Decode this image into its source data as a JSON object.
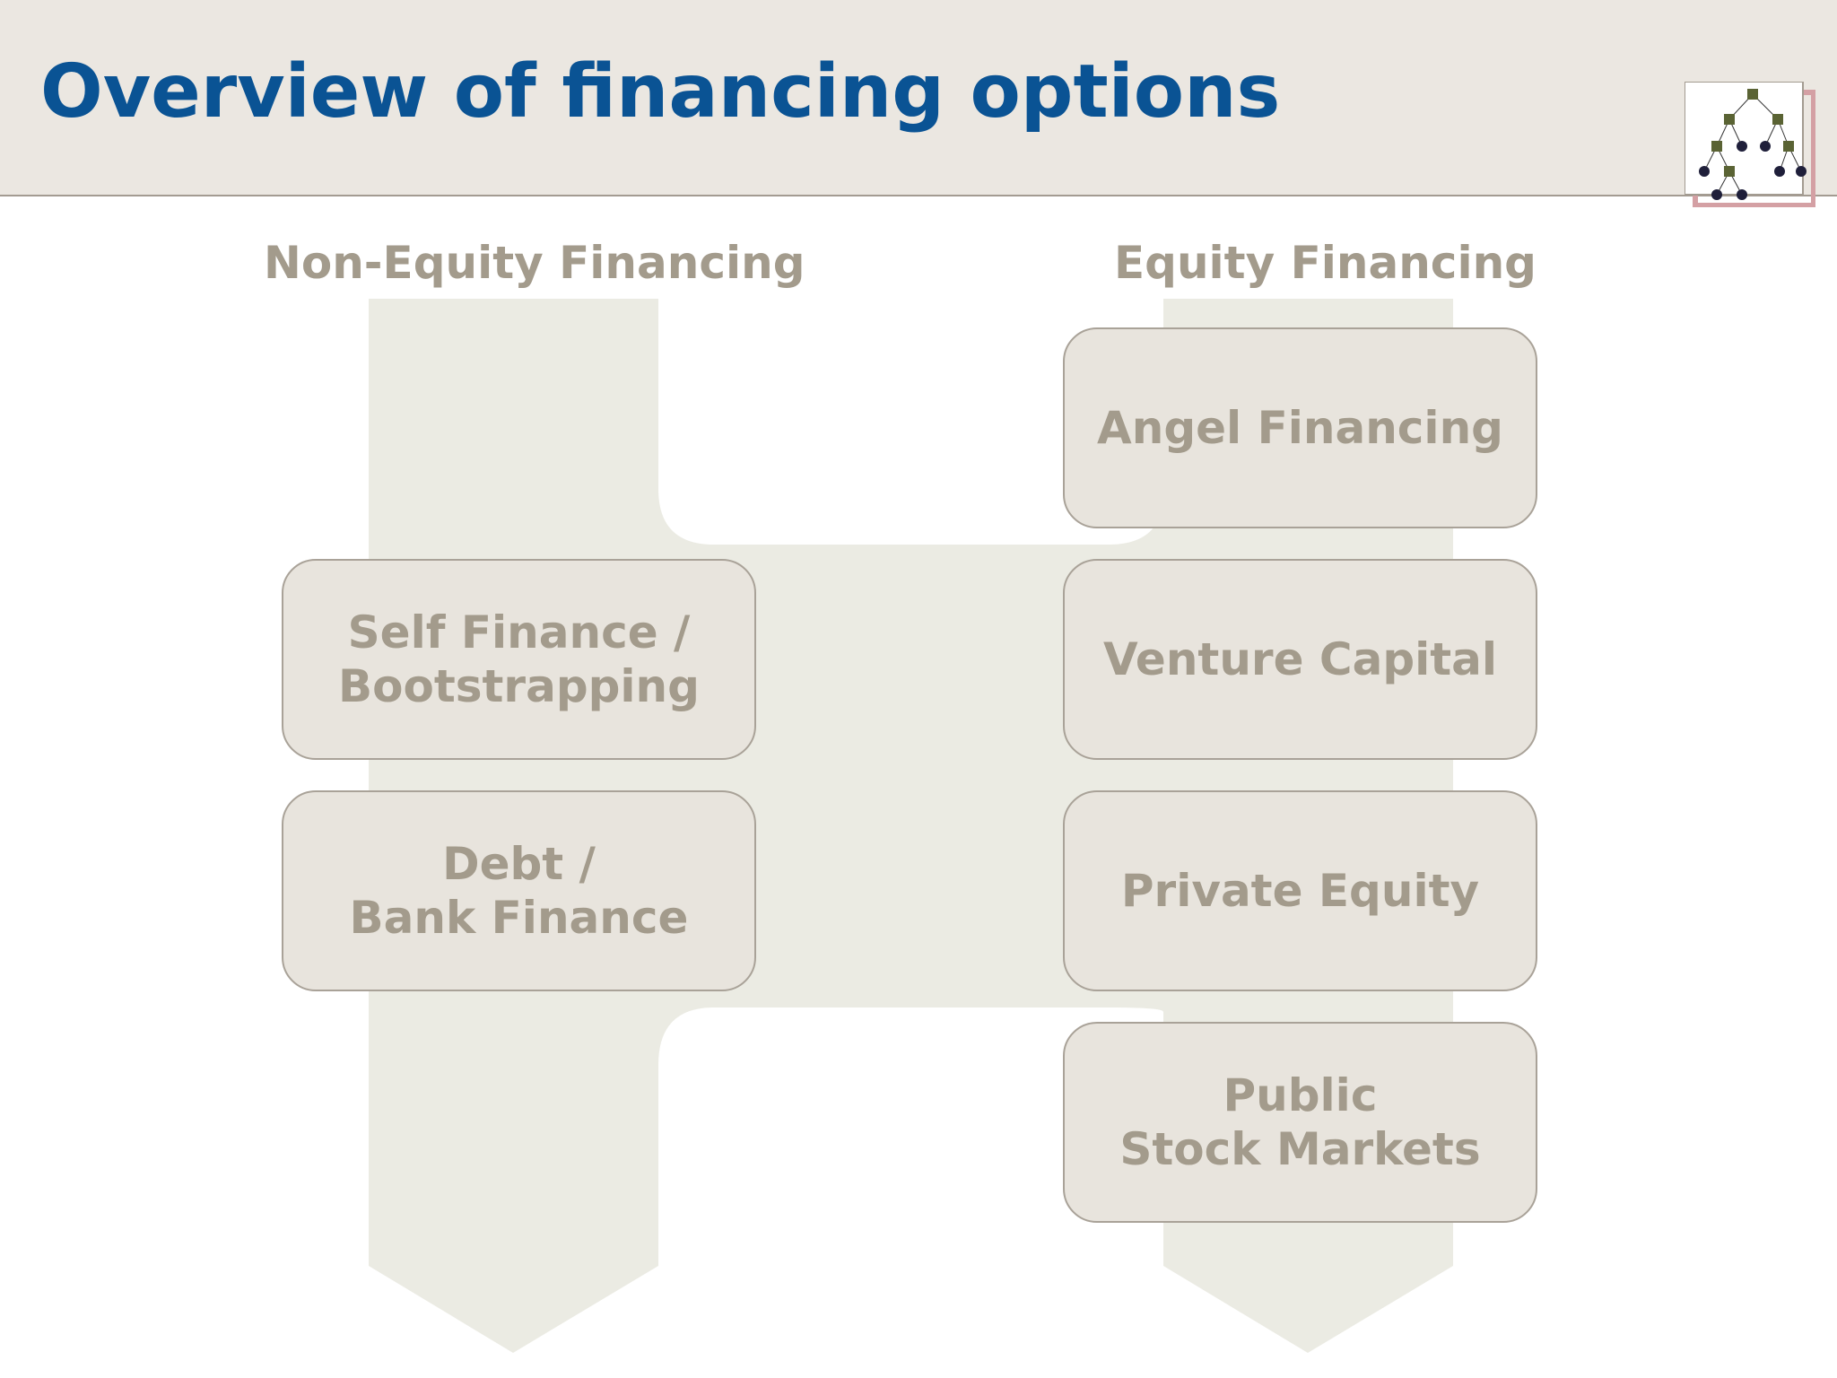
{
  "slide": {
    "title": "Overview of financing options"
  },
  "columns": {
    "non_equity": {
      "heading": "Non-Equity Financing",
      "items": [
        {
          "label": "Self Finance /\nBootstrapping"
        },
        {
          "label": "Debt /\nBank Finance"
        }
      ]
    },
    "equity": {
      "heading": "Equity Financing",
      "items": [
        {
          "label": "Angel Financing"
        },
        {
          "label": "Venture Capital"
        },
        {
          "label": "Private Equity"
        },
        {
          "label": "Public\nStock Markets"
        }
      ]
    }
  },
  "colors": {
    "title": "#0a5394",
    "header_band": "#ebe7e1",
    "arrow_fill": "#ebebe3",
    "box_fill": "#e8e4dd",
    "box_border": "#a9a298",
    "label_text": "#a39b8c",
    "logo_accent": "#d4a0a4"
  },
  "icons": {
    "logo": "decision-tree-icon"
  }
}
